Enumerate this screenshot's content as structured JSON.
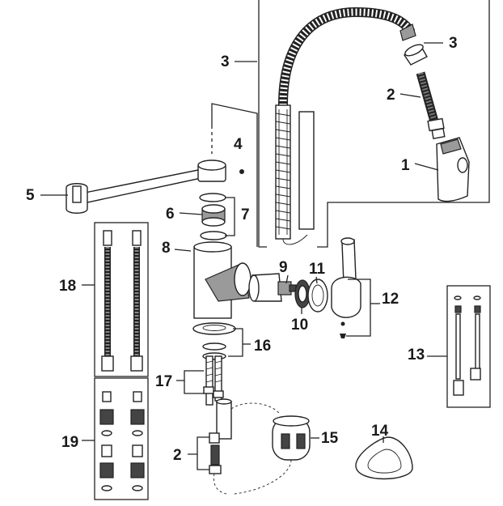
{
  "callouts": {
    "pullout_head": "1",
    "hose_left": "2",
    "hose_right": "2",
    "spring_left": "3",
    "spring_right": "3",
    "screw": "4",
    "spray_holder": "5",
    "spout_ring": "6",
    "o_rings": "7",
    "body": "8",
    "cartridge": "9",
    "nut": "10",
    "cap": "11",
    "lever": "12",
    "extensions_kit": "13",
    "base_gasket": "14",
    "counterweight": "15",
    "mounting_gasket": "16",
    "fixing_rods": "17",
    "supply_hoses": "18",
    "fittings_kit": "19"
  }
}
